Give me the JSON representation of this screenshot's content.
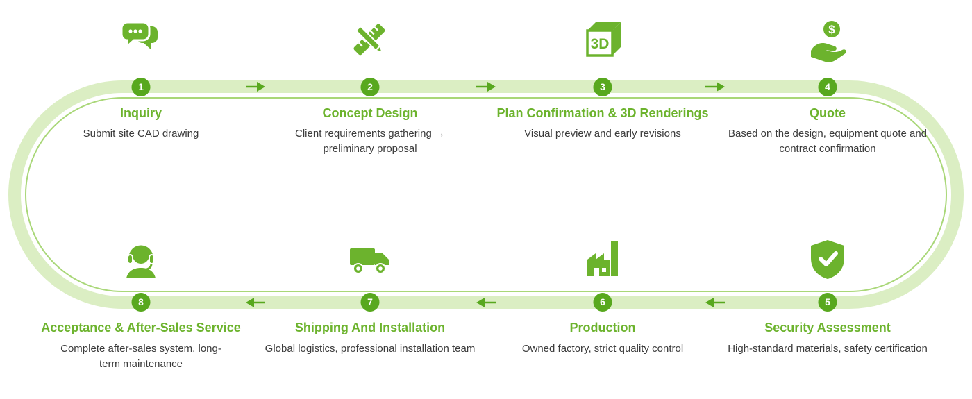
{
  "colors": {
    "accent": "#6cb32d",
    "badge": "#58a81e",
    "track_band": "#dbeec3",
    "track_line": "#a9d778",
    "text": "#3b3b3b"
  },
  "icons": {
    "cube_label": "3D",
    "coin_symbol": "$"
  },
  "steps": [
    {
      "number": "1",
      "title": "Inquiry",
      "description": "Submit site CAD drawing",
      "icon": "chat-icon"
    },
    {
      "number": "2",
      "title": "Concept Design",
      "description": "Client requirements gathering → preliminary proposal",
      "icon": "ruler-pencil-icon"
    },
    {
      "number": "3",
      "title": "Plan Confirmation & 3D Renderings",
      "description": "Visual preview and early revisions",
      "icon": "3d-cube-icon"
    },
    {
      "number": "4",
      "title": "Quote",
      "description": "Based on the design, equipment quote and contract confirmation",
      "icon": "money-hand-icon"
    },
    {
      "number": "5",
      "title": "Security Assessment",
      "description": "High-standard materials, safety certification",
      "icon": "shield-check-icon"
    },
    {
      "number": "6",
      "title": "Production",
      "description": "Owned factory, strict quality control",
      "icon": "factory-icon"
    },
    {
      "number": "7",
      "title": "Shipping And Installation",
      "description": "Global logistics, professional installation team",
      "icon": "truck-icon"
    },
    {
      "number": "8",
      "title": "Acceptance & After-Sales Service",
      "description": "Complete after-sales system, long-term maintenance",
      "icon": "headset-icon"
    }
  ]
}
